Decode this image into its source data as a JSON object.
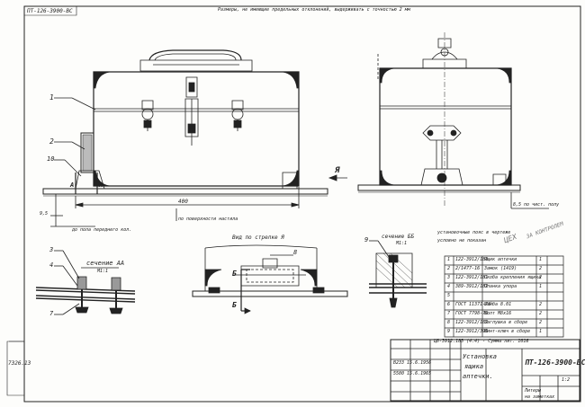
{
  "header": {
    "top_note": "Размеры, не имеющие предельных отклонений, выдерживать с точностью 2 мм",
    "doc_number_rotated": "ПТ-126-3900-ВС"
  },
  "labels": {
    "callout_1": "1",
    "callout_2": "2",
    "callout_3": "3",
    "callout_4": "4",
    "callout_7": "7",
    "callout_8": "8",
    "callout_9": "9",
    "callout_10": "10",
    "section_a_mark": "А",
    "dimension_400": "400",
    "dim_left_small": "9,5",
    "note_front_floor": "до пола переднего кол.",
    "note_surface": "по поверхности настила",
    "view_arrow_label": "Я",
    "side_dim": "8,5 по чист. полу",
    "section_aa_title": "сечение АА",
    "section_aa_scale": "М1:1",
    "view_title": "Вид по стрелке Я",
    "view_b_mark": "Б",
    "section_bb_title": "сечение ББ",
    "section_bb_scale": "М1:1",
    "right_note_1": "установочные пояс в чертеже",
    "right_note_2": "условно не показан",
    "handwritten_1": "ЦЕХ",
    "handwritten_2": "ЗА КОНТРОЛЕМ",
    "left_margin_code": "7326.13",
    "below_table_note": "Ц8-3912.183 (4.4) - Сумма лит. 1016",
    "stamp_line_1": "В2ЗЗ 15.6.1956",
    "stamp_line_2": "5580 15.6.1965",
    "title_line_1": "Установка",
    "title_line_2": "ящика",
    "title_line_3": "аптечки.",
    "drawing_number": "ПТ-126-3900-ВС",
    "sheet_label": "1:2",
    "bottom_stamp": "Литеры",
    "bottom_stamp_2": "на заметках"
  },
  "parts_table": {
    "rows": [
      {
        "pos": "1",
        "designation": "122-3912/183",
        "name": "Ящик аптечки",
        "qty": "1"
      },
      {
        "pos": "2",
        "designation": "2/1477-16",
        "name": "Замок (1419)",
        "qty": "2"
      },
      {
        "pos": "3",
        "designation": "122-3912/181",
        "name": "Скоба крепления ящика",
        "qty": "2"
      },
      {
        "pos": "4",
        "designation": "389-3912/182",
        "name": "Планка упора",
        "qty": "1"
      },
      {
        "pos": "5",
        "designation": "",
        "name": "",
        "qty": ""
      },
      {
        "pos": "6",
        "designation": "ГОСТ 11371-78",
        "name": "Шайба 8.01",
        "qty": "2"
      },
      {
        "pos": "7",
        "designation": "ГОСТ 7798-70",
        "name": "Болт М8х16",
        "qty": "2"
      },
      {
        "pos": "8",
        "designation": "122-3912/182",
        "name": "Заглушка в сборе",
        "qty": "2"
      },
      {
        "pos": "9",
        "designation": "122-3912/390",
        "name": "Винт-ключ в сборе",
        "qty": "1"
      }
    ]
  }
}
